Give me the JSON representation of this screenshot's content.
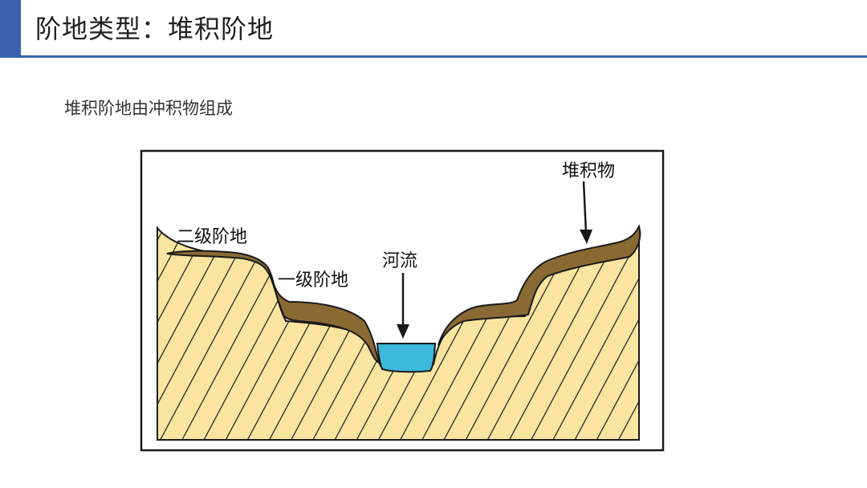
{
  "header": {
    "title": "阶地类型：堆积阶地"
  },
  "subtitle": "堆积阶地由冲积物组成",
  "diagram": {
    "labels": {
      "terrace_2": "二级阶地",
      "terrace_1": "一级阶地",
      "river": "河流",
      "deposit": "堆积物"
    }
  },
  "colors": {
    "accent": "#3A62B0",
    "bedrock": "#F9E5A0",
    "alluvium": "#8A6A33",
    "water": "#3DB9DC",
    "outline": "#1A1A1A"
  }
}
